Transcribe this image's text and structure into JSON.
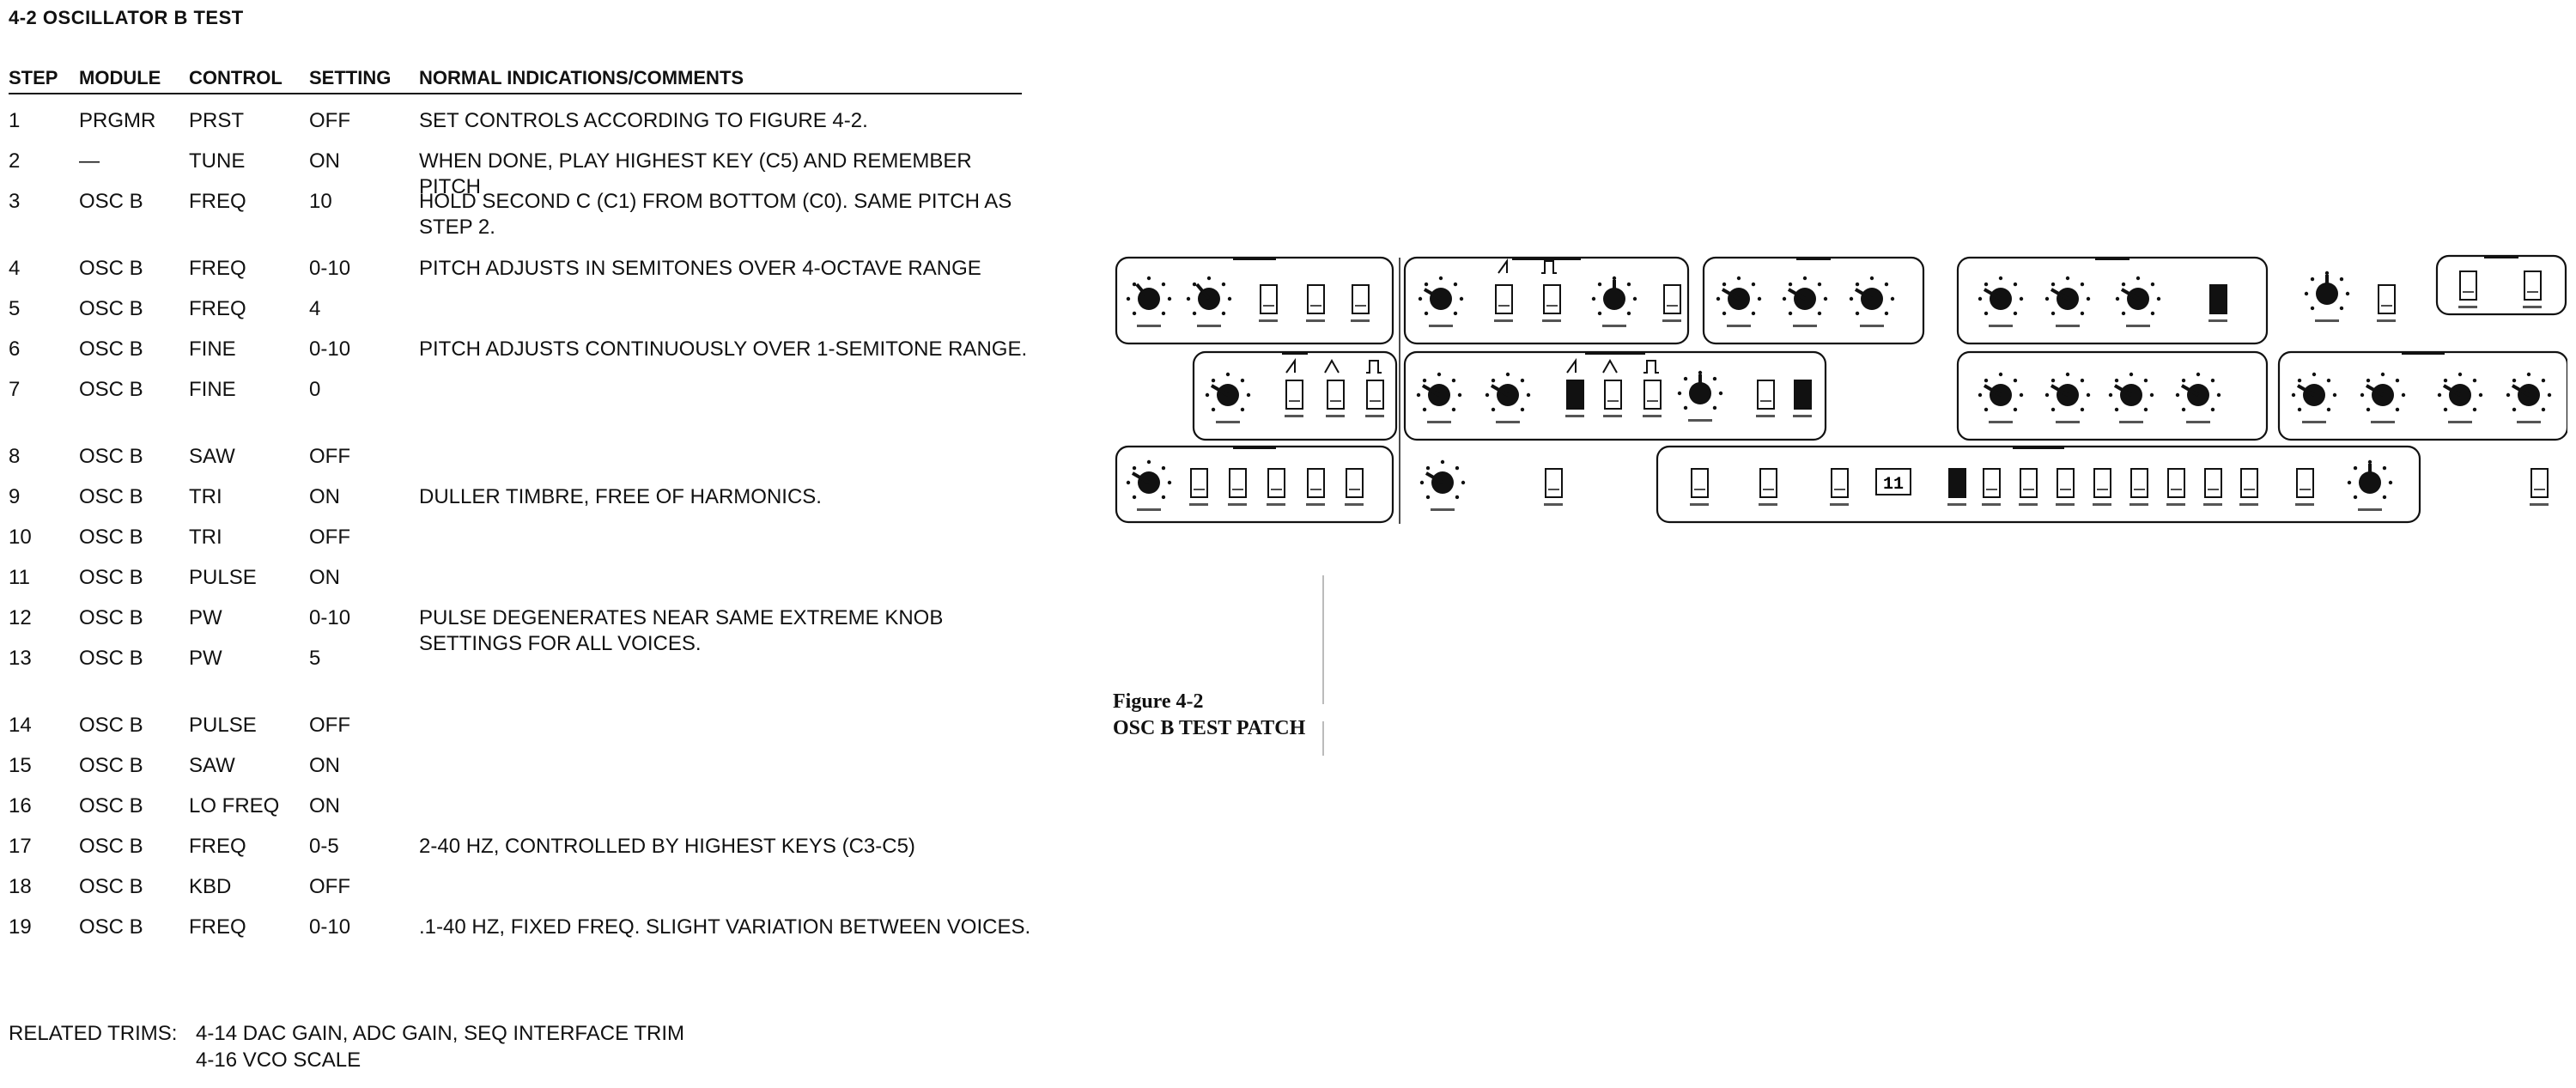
{
  "section_title": "4-2   OSCILLATOR B TEST",
  "columns": [
    "STEP",
    "MODULE",
    "CONTROL",
    "SETTING",
    "NORMAL INDICATIONS/COMMENTS"
  ],
  "rows": [
    {
      "step": "1",
      "module": "PRGMR",
      "control": "PRST",
      "setting": "OFF",
      "comment": "SET CONTROLS ACCORDING TO FIGURE 4-2."
    },
    {
      "step": "2",
      "module": "—",
      "control": "TUNE",
      "setting": "ON",
      "comment": "WHEN DONE, PLAY HIGHEST KEY (C5) AND REMEMBER PITCH"
    },
    {
      "step": "3",
      "module": "OSC B",
      "control": "FREQ",
      "setting": "10",
      "comment": "HOLD SECOND C (C1) FROM BOTTOM (C0). SAME PITCH AS STEP 2."
    },
    {
      "step": "4",
      "module": "OSC B",
      "control": "FREQ",
      "setting": "0-10",
      "comment": "PITCH ADJUSTS IN SEMITONES OVER 4-OCTAVE RANGE"
    },
    {
      "step": "5",
      "module": "OSC B",
      "control": "FREQ",
      "setting": "4",
      "comment": ""
    },
    {
      "step": "6",
      "module": "OSC B",
      "control": "FINE",
      "setting": "0-10",
      "comment": "PITCH ADJUSTS CONTINUOUSLY OVER 1-SEMITONE RANGE."
    },
    {
      "step": "7",
      "module": "OSC B",
      "control": "FINE",
      "setting": "0",
      "comment": ""
    },
    {
      "step": "8",
      "module": "OSC B",
      "control": "SAW",
      "setting": "OFF",
      "comment": ""
    },
    {
      "step": "9",
      "module": "OSC B",
      "control": "TRI",
      "setting": "ON",
      "comment": "DULLER TIMBRE, FREE OF HARMONICS."
    },
    {
      "step": "10",
      "module": "OSC B",
      "control": "TRI",
      "setting": "OFF",
      "comment": ""
    },
    {
      "step": "11",
      "module": "OSC B",
      "control": "PULSE",
      "setting": "ON",
      "comment": ""
    },
    {
      "step": "12",
      "module": "OSC B",
      "control": "PW",
      "setting": "0-10",
      "comment": "PULSE DEGENERATES NEAR SAME EXTREME KNOB SETTINGS FOR ALL VOICES."
    },
    {
      "step": "13",
      "module": "OSC B",
      "control": "PW",
      "setting": "5",
      "comment": ""
    },
    {
      "step": "14",
      "module": "OSC B",
      "control": "PULSE",
      "setting": "OFF",
      "comment": ""
    },
    {
      "step": "15",
      "module": "OSC B",
      "control": "SAW",
      "setting": "ON",
      "comment": ""
    },
    {
      "step": "16",
      "module": "OSC B",
      "control": "LO FREQ",
      "setting": "ON",
      "comment": ""
    },
    {
      "step": "17",
      "module": "OSC B",
      "control": "FREQ",
      "setting": "0-5",
      "comment": "2-40 HZ, CONTROLLED BY HIGHEST KEYS (C3-C5)"
    },
    {
      "step": "18",
      "module": "OSC B",
      "control": "KBD",
      "setting": "OFF",
      "comment": ""
    },
    {
      "step": "19",
      "module": "OSC B",
      "control": "FREQ",
      "setting": "0-10",
      "comment": ".1-40 HZ, FIXED FREQ. SLIGHT VARIATION BETWEEN VOICES."
    }
  ],
  "related_trims": {
    "label": "RELATED TRIMS:",
    "items": [
      "4-14  DAC GAIN, ADC GAIN, SEQ INTERFACE TRIM",
      "4-16  VCO SCALE"
    ]
  },
  "figure": {
    "caption_line1": "Figure 4-2",
    "caption_line2": "OSC B TEST PATCH",
    "program_number": "11"
  }
}
